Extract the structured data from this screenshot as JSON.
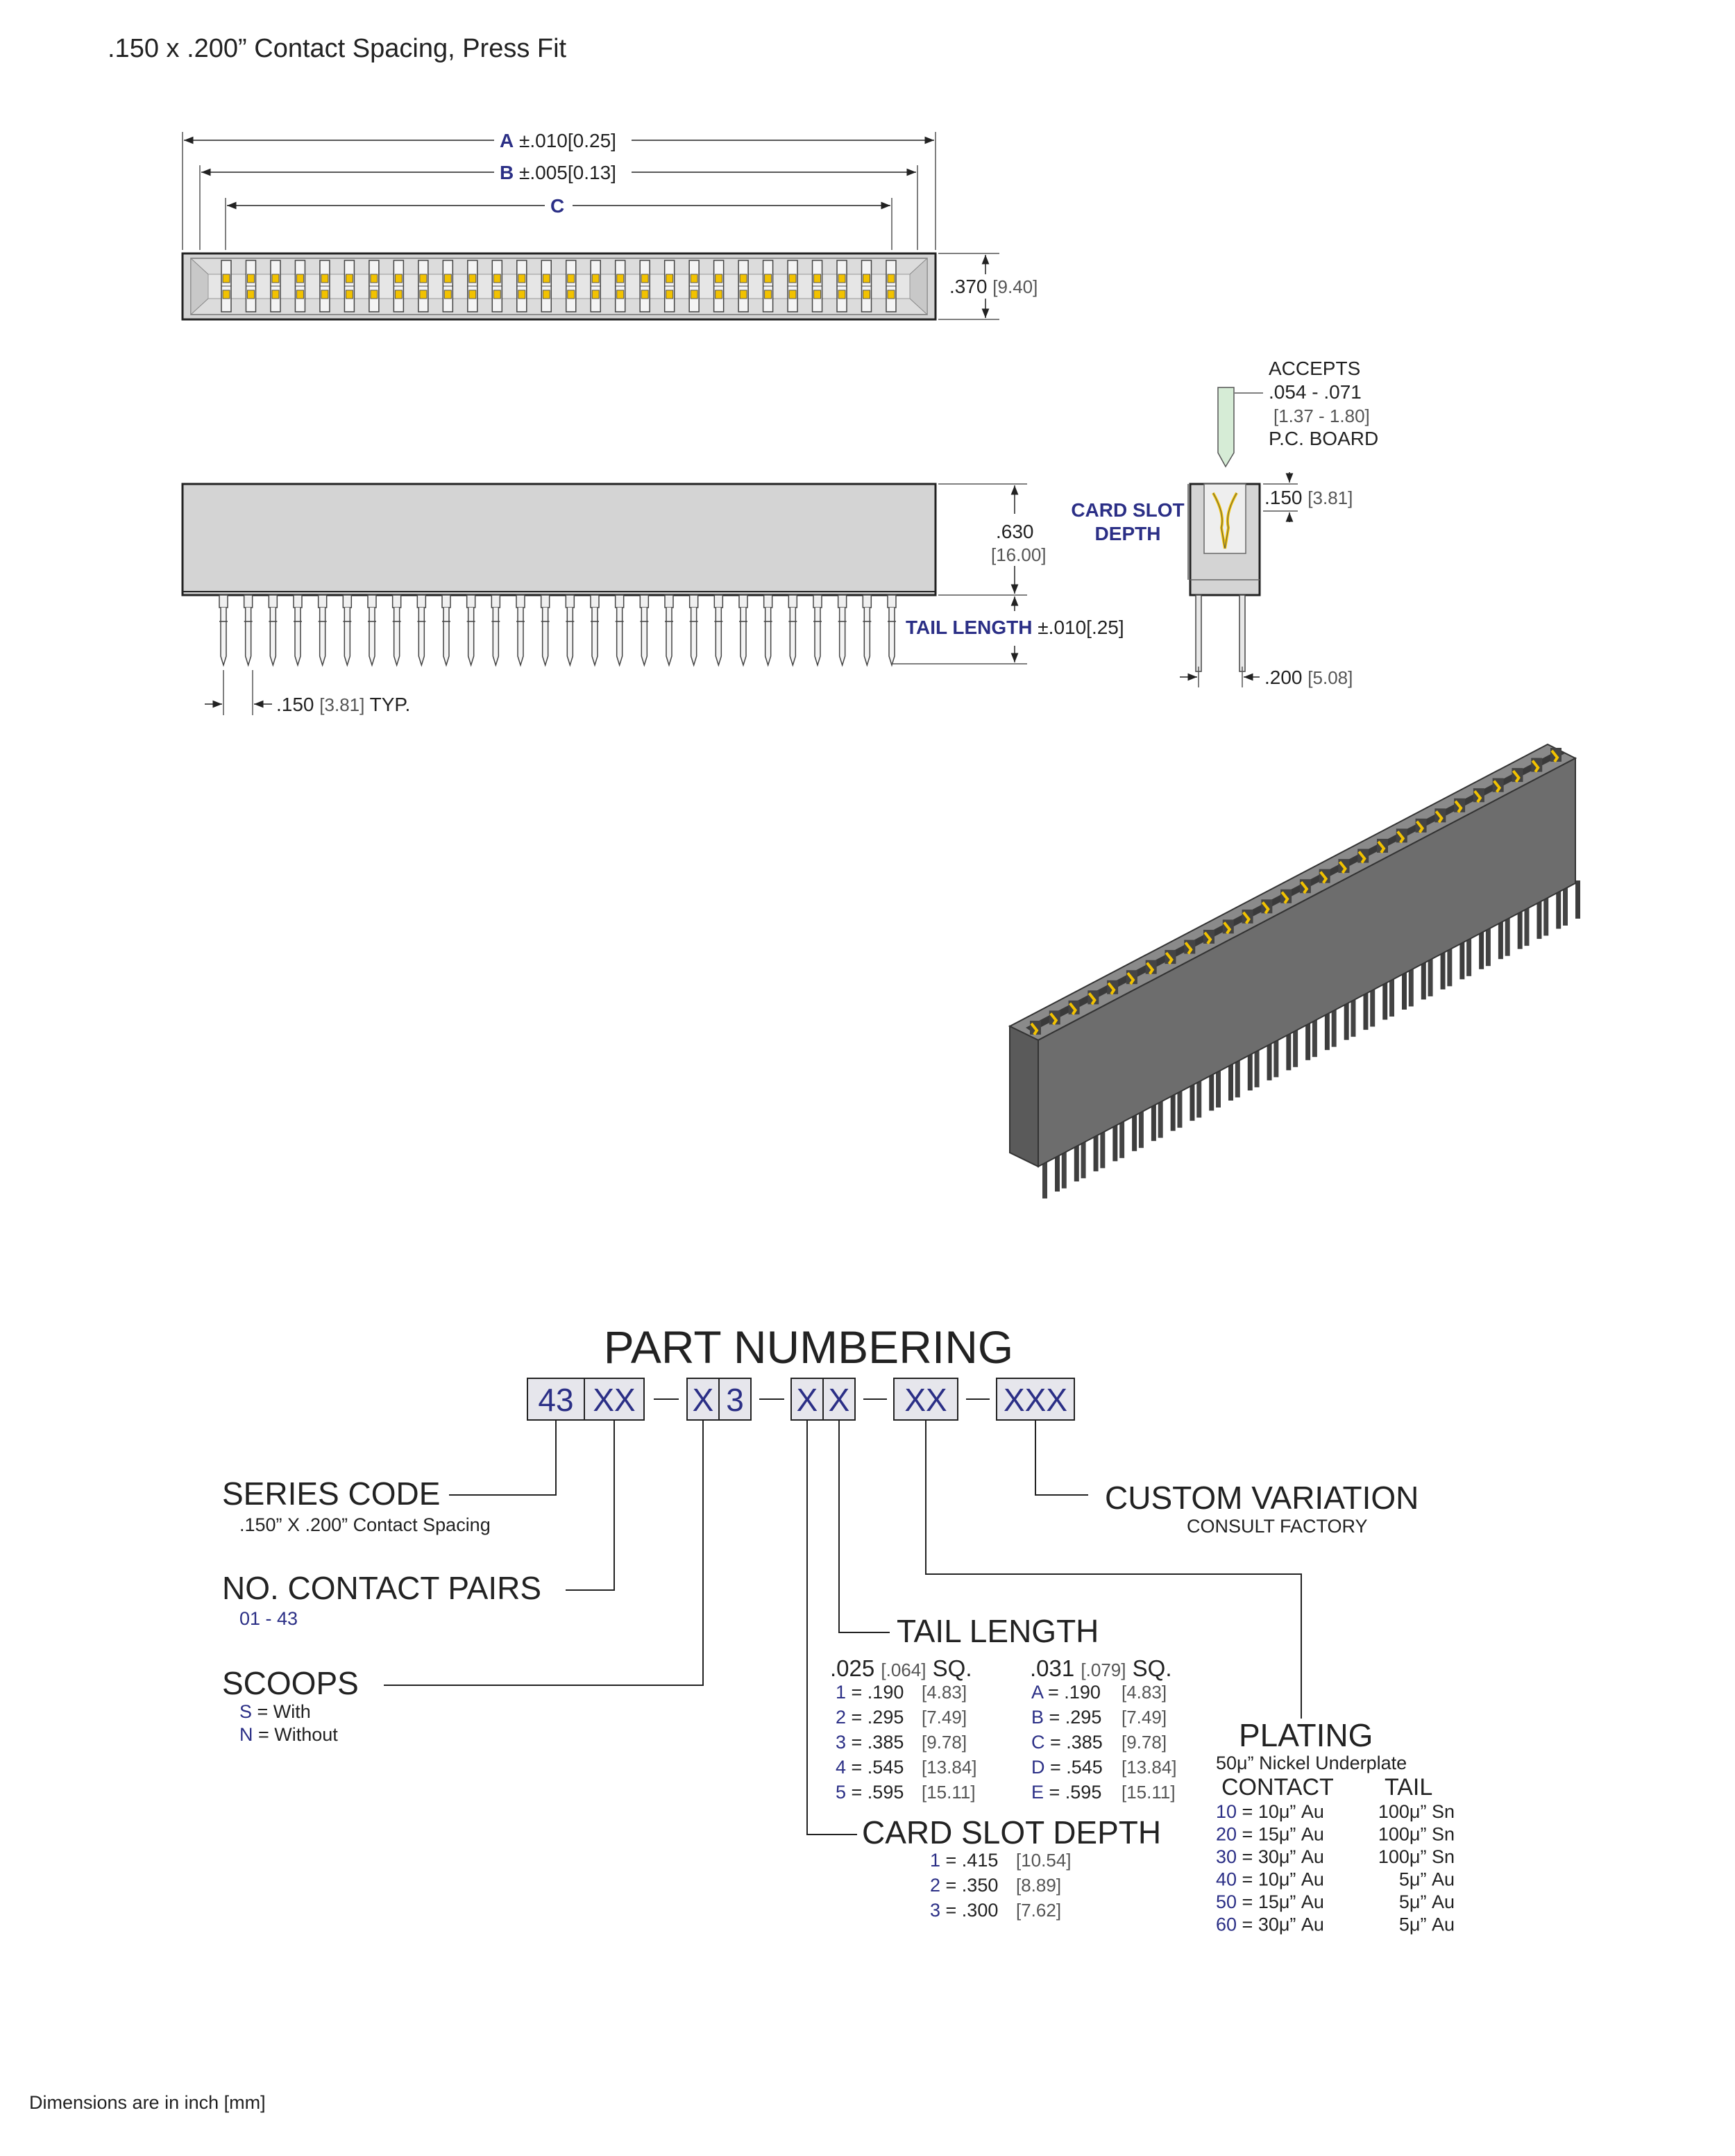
{
  "title": ".150 x .200” Contact Spacing, Press Fit",
  "footer": "Dimensions are in inch [mm]",
  "top_view": {
    "dim_a_key": "A",
    "dim_a_tol": "±.010[0.25]",
    "dim_b_key": "B",
    "dim_b_tol": "±.005[0.13]",
    "dim_c_key": "C",
    "height_in": ".370",
    "height_mm": "[9.40]",
    "contact_count": 28
  },
  "side_view": {
    "height_in": ".630",
    "height_mm": "[16.00]",
    "tail_key": "TAIL LENGTH",
    "tail_tol": "±.010[.25]",
    "pitch_in": ".150",
    "pitch_mm": "[3.81]",
    "pitch_suffix": "TYP.",
    "pin_count": 28
  },
  "end_view": {
    "accepts_1": "ACCEPTS",
    "accepts_2": ".054 - .071",
    "accepts_3": "[1.37 - 1.80]",
    "accepts_4": "P.C. BOARD",
    "card_slot_1": "CARD SLOT",
    "card_slot_2": "DEPTH",
    "top_in": ".150",
    "top_mm": "[3.81]",
    "row_in": ".200",
    "row_mm": "[5.08]"
  },
  "colors": {
    "accent": "#2b2f86",
    "body_gray": "#d4d4d4",
    "contact_gold": "#f2c200",
    "iso_gray": "#6d6d6d"
  },
  "part_numbering": {
    "heading": "PART NUMBERING",
    "boxes": [
      "43",
      "XX",
      "X",
      "3",
      "X",
      "X",
      "XX",
      "XXX"
    ],
    "series": {
      "label": "SERIES CODE",
      "desc": ".150” X .200” Contact Spacing"
    },
    "pairs": {
      "label": "NO. CONTACT PAIRS",
      "range": "01 - 43"
    },
    "scoops": {
      "label": "SCOOPS",
      "options": [
        {
          "key": "S",
          "text": " = With"
        },
        {
          "key": "N",
          "text": " = Without"
        }
      ]
    },
    "tail": {
      "label": "TAIL LENGTH",
      "col1_head_in": ".025",
      "col1_head_mm": "[.064]",
      "col1_head_sq": "SQ.",
      "col2_head_in": ".031",
      "col2_head_mm": "[.079]",
      "col2_head_sq": "SQ.",
      "col1": [
        {
          "key": "1",
          "val": " = .190",
          "mm": "[4.83]"
        },
        {
          "key": "2",
          "val": " = .295",
          "mm": "[7.49]"
        },
        {
          "key": "3",
          "val": " = .385",
          "mm": "[9.78]"
        },
        {
          "key": "4",
          "val": " = .545",
          "mm": "[13.84]"
        },
        {
          "key": "5",
          "val": " = .595",
          "mm": "[15.11]"
        }
      ],
      "col2": [
        {
          "key": "A",
          "val": " = .190",
          "mm": "[4.83]"
        },
        {
          "key": "B",
          "val": " = .295",
          "mm": "[7.49]"
        },
        {
          "key": "C",
          "val": " = .385",
          "mm": "[9.78]"
        },
        {
          "key": "D",
          "val": " = .545",
          "mm": "[13.84]"
        },
        {
          "key": "E",
          "val": " = .595",
          "mm": "[15.11]"
        }
      ]
    },
    "card_slot": {
      "label": "CARD SLOT DEPTH",
      "options": [
        {
          "key": "1",
          "val": " = .415",
          "mm": "[10.54]"
        },
        {
          "key": "2",
          "val": " = .350",
          "mm": "[8.89]"
        },
        {
          "key": "3",
          "val": " = .300",
          "mm": "[7.62]"
        }
      ]
    },
    "custom": {
      "label": "CUSTOM VARIATION",
      "desc": "CONSULT FACTORY"
    },
    "plating": {
      "label": "PLATING",
      "desc": "50μ” Nickel Underplate",
      "contact_head": "CONTACT",
      "tail_head": "TAIL",
      "rows": [
        {
          "key": "10",
          "contact": " = 10μ” Au",
          "tail": "100μ” Sn"
        },
        {
          "key": "20",
          "contact": " = 15μ” Au",
          "tail": "100μ” Sn"
        },
        {
          "key": "30",
          "contact": " = 30μ” Au",
          "tail": "100μ” Sn"
        },
        {
          "key": "40",
          "contact": " = 10μ” Au",
          "tail": "5μ” Au"
        },
        {
          "key": "50",
          "contact": " = 15μ” Au",
          "tail": "5μ” Au"
        },
        {
          "key": "60",
          "contact": " = 30μ” Au",
          "tail": "5μ” Au"
        }
      ]
    }
  }
}
